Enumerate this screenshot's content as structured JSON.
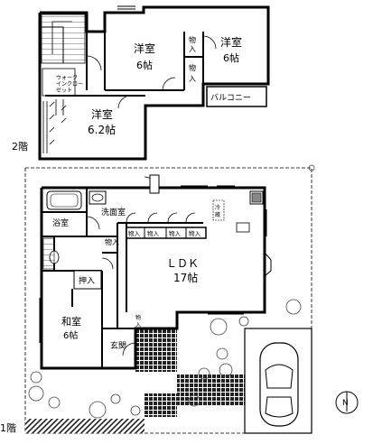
{
  "floor2": {
    "label": "2階",
    "rooms": {
      "yoshitsu_a": [
        "洋室",
        "6帖"
      ],
      "yoshitsu_b": [
        "洋室",
        "6帖"
      ],
      "yoshitsu_c": [
        "洋室",
        "6.2帖"
      ],
      "oshiire_1": [
        "物",
        "入"
      ],
      "oshiire_2": [
        "物",
        "入"
      ],
      "walkin": [
        "ウォーク",
        "インクロー",
        "ゼット"
      ],
      "balcony": "バルコニー"
    }
  },
  "floor1": {
    "label": "1階",
    "rooms": {
      "ldk": [
        "ＬＤＫ",
        "17帖"
      ],
      "senmen": "洗面室",
      "yokushitsu": "浴室",
      "washitsu": [
        "和室",
        "6帖"
      ],
      "oshiire": "押入",
      "genkan": "玄関",
      "monoire_strip": [
        "物入",
        "物入",
        "物入",
        "物入"
      ],
      "monoire_left": "物入",
      "monoire_small": [
        "物",
        "入"
      ],
      "reizoko": [
        "冷",
        "蔵"
      ]
    }
  },
  "compass_glyph": "N",
  "colors": {
    "wall": "#000000",
    "tile": "#1f1f1f",
    "hedge": "#2a2a2a",
    "tree": "#555555"
  }
}
